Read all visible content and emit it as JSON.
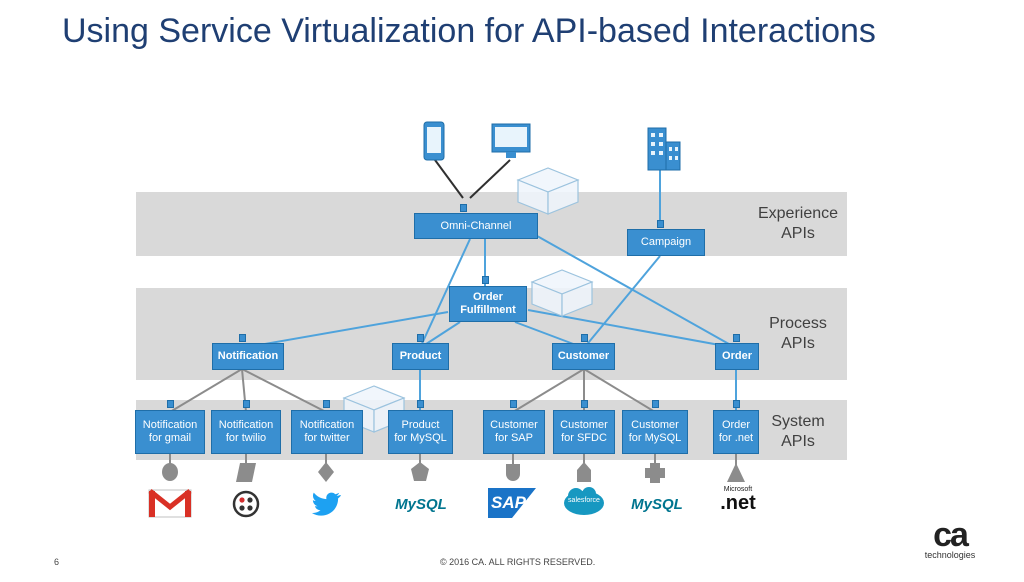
{
  "title": "Using Service Virtualization for API-based Interactions",
  "bands": {
    "experience": "Experience\nAPIs",
    "process": "Process\nAPIs",
    "system": "System\nAPIs"
  },
  "nodes": {
    "omni_channel": "Omni-Channel",
    "campaign": "Campaign",
    "order_fulfillment": "Order\nFulfillment",
    "notification": "Notification",
    "product": "Product",
    "customer": "Customer",
    "order": "Order",
    "notif_gmail": "Notification\nfor gmail",
    "notif_twilio": "Notification\nfor twilio",
    "notif_twitter": "Notification\nfor twitter",
    "product_mysql": "Product\nfor MySQL",
    "customer_sap": "Customer\nfor SAP",
    "customer_sfdc": "Customer\nfor SFDC",
    "customer_mysql": "Customer\nfor MySQL",
    "order_net": "Order\nfor .net"
  },
  "brands": {
    "gmail": "M",
    "mysql1": "MySQL",
    "sap": "SAP",
    "salesforce": "salesforce",
    "mysql2": "MySQL",
    "microsoft": "Microsoft",
    "net": ".net"
  },
  "icons": [
    "phone-icon",
    "monitor-icon",
    "building-icon",
    "virtual-service-cube-icon",
    "gmail-logo",
    "twilio-logo",
    "twitter-logo",
    "mysql-logo",
    "sap-logo",
    "salesforce-logo",
    "microsoft-net-logo"
  ],
  "footer": {
    "page_number": "6",
    "copyright": "© 2016 CA. ALL RIGHTS RESERVED.",
    "logo": "ca",
    "logo_sub": "technologies"
  },
  "colors": {
    "title": "#1f3f73",
    "node": "#3a8fd0",
    "band": "#d9d9d9",
    "wire_blue": "#4fa3dc",
    "wire_gray": "#8c8c8c"
  }
}
